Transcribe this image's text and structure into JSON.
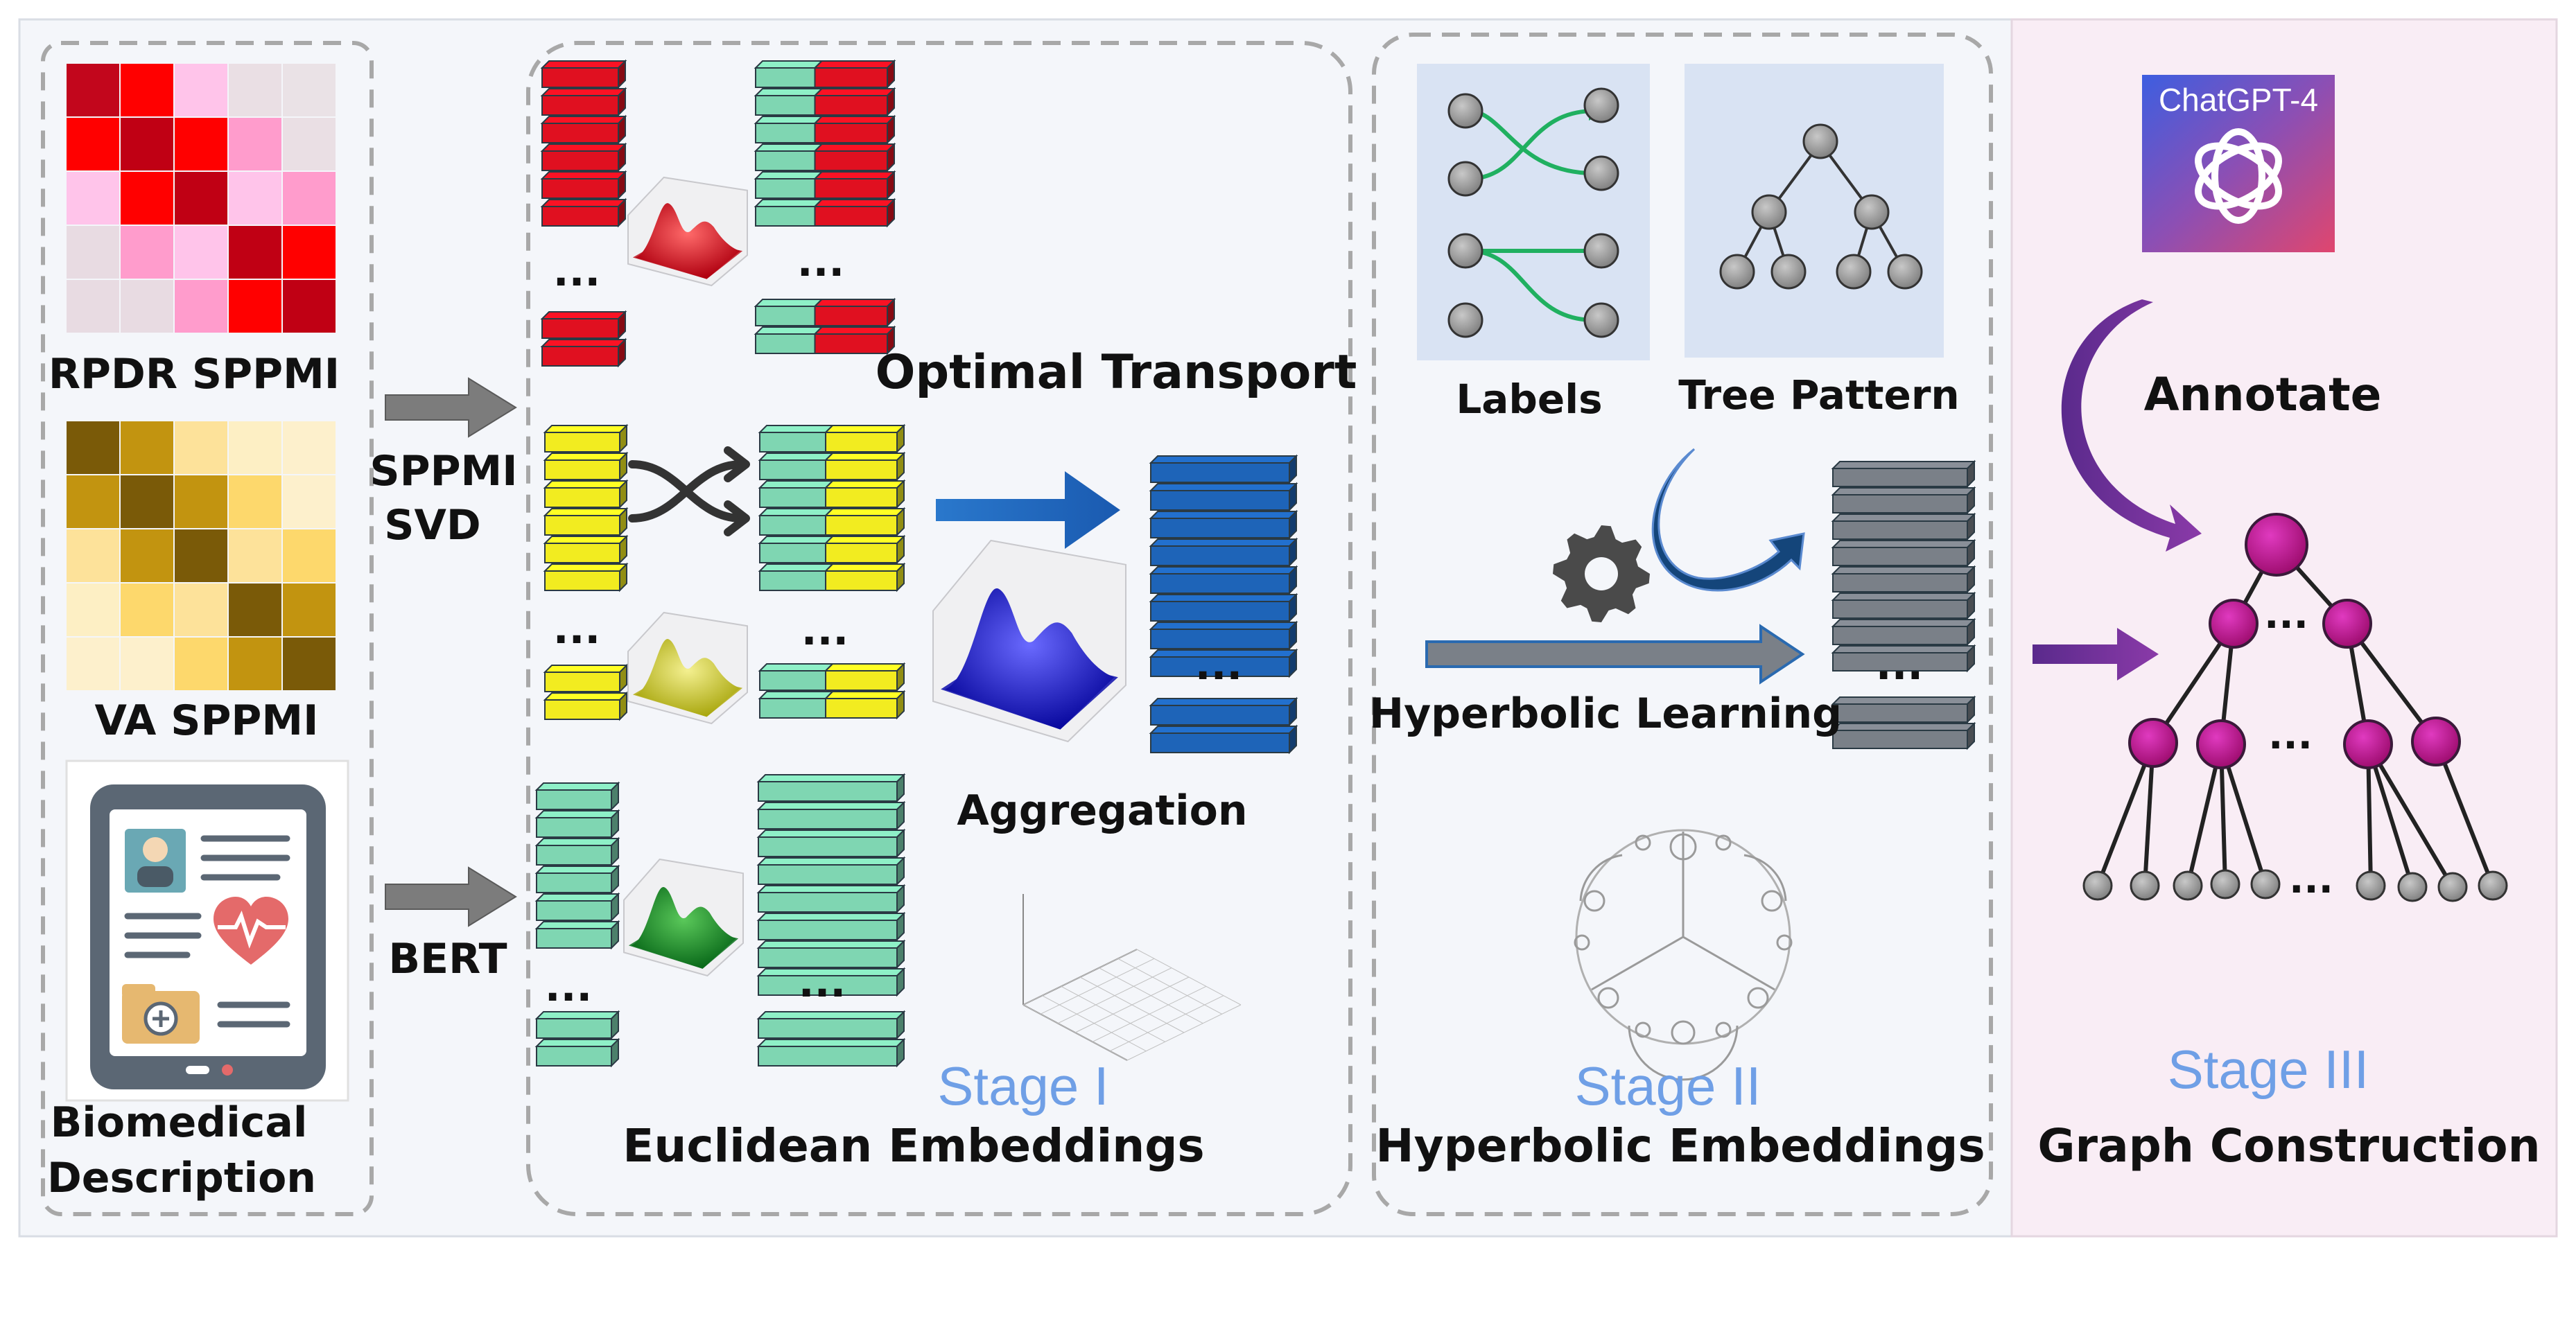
{
  "colors": {
    "red": "#e01020",
    "yellow": "#f2ec20",
    "teal": "#7fd6b2",
    "blue": "#1e64b8",
    "gray": "#7a8088",
    "purple": "#8a2c8c",
    "magenta": "#c21a8a",
    "stage_label": "#6f9fe6"
  },
  "inputs": {
    "rpdr_label": "RPDR SPPMI",
    "va_label": "VA SPPMI",
    "bio_line1": "Biomedical",
    "bio_line2": "Description",
    "rpdr_matrix": [
      [
        "#c2061c",
        "#ff0000",
        "#ffc4ea",
        "#eadfe4",
        "#eae2e6"
      ],
      [
        "#ff0000",
        "#c00014",
        "#ff0000",
        "#ff9ccc",
        "#eadfe4"
      ],
      [
        "#ffc4ea",
        "#ff0000",
        "#c00014",
        "#ffc4ea",
        "#ff9ccc"
      ],
      [
        "#e8dbe2",
        "#ff9ccc",
        "#ffc4ea",
        "#c00014",
        "#ff0000"
      ],
      [
        "#e8dbe2",
        "#e8dbe2",
        "#ff9ccc",
        "#ff0000",
        "#c00014"
      ]
    ],
    "va_matrix": [
      [
        "#7a5a08",
        "#c29410",
        "#fde29a",
        "#fdefc4",
        "#fdf0cc"
      ],
      [
        "#c29410",
        "#7a5a08",
        "#c29410",
        "#fdd86c",
        "#fdf0cc"
      ],
      [
        "#fde29a",
        "#c29410",
        "#7a5a08",
        "#fde29a",
        "#fdd86c"
      ],
      [
        "#fdefc4",
        "#fdd86c",
        "#fde29a",
        "#7a5a08",
        "#c29410"
      ],
      [
        "#fdf0cc",
        "#fdf0cc",
        "#fdd86c",
        "#c29410",
        "#7a5a08"
      ]
    ]
  },
  "arrows": {
    "sppmi": "SPPMI",
    "svd": "SVD",
    "bert": "BERT"
  },
  "stage1": {
    "optimal_transport": "Optimal Transport",
    "aggregation": "Aggregation",
    "stage_label": "Stage I",
    "title": "Euclidean Embeddings"
  },
  "stage2": {
    "labels": "Labels",
    "tree_pattern": "Tree Pattern",
    "hyperbolic_learning": "Hyperbolic Learning",
    "stage_label": "Stage II",
    "title": "Hyperbolic Embeddings"
  },
  "stage3": {
    "chatgpt": "ChatGPT-4",
    "annotate": "Annotate",
    "stage_label": "Stage III",
    "title": "Graph Construction"
  },
  "ellipsis": "..."
}
